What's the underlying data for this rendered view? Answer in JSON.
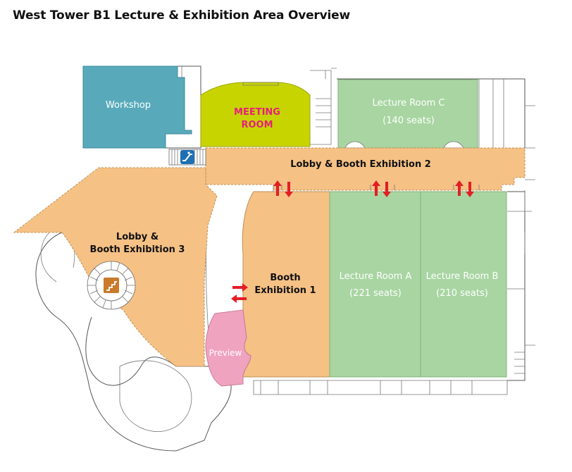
{
  "title": "West Tower B1 Lecture & Exhibition Area Overview",
  "rooms": {
    "workshop": "Workshop",
    "meeting_line1": "MEETING",
    "meeting_line2": "ROOM",
    "lecture_c_line1": "Lecture Room C",
    "lecture_c_line2": "(140 seats)",
    "lobby2": "Lobby & Booth Exhibition 2",
    "lobby3_line1": "Lobby &",
    "lobby3_line2": "Booth Exhibition 3",
    "booth1_line1": "Booth",
    "booth1_line2": "Exhibition 1",
    "lecture_a_line1": "Lecture Room A",
    "lecture_a_line2": "(221 seats)",
    "lecture_b_line1": "Lecture Room B",
    "lecture_b_line2": "(210 seats)",
    "preview": "Preview"
  },
  "colors": {
    "workshop": "#58aabb",
    "meeting": "#c8d400",
    "lecture": "#a8d5a2",
    "lobby": "#f5c185",
    "preview": "#f0a3bf",
    "arrow": "#e31e24",
    "icon_bg": "#c97a2a",
    "escalator_bg": "#1f6fb3"
  },
  "icons": [
    "escalator-icon",
    "stairs-icon",
    "entry-arrow-icon"
  ]
}
